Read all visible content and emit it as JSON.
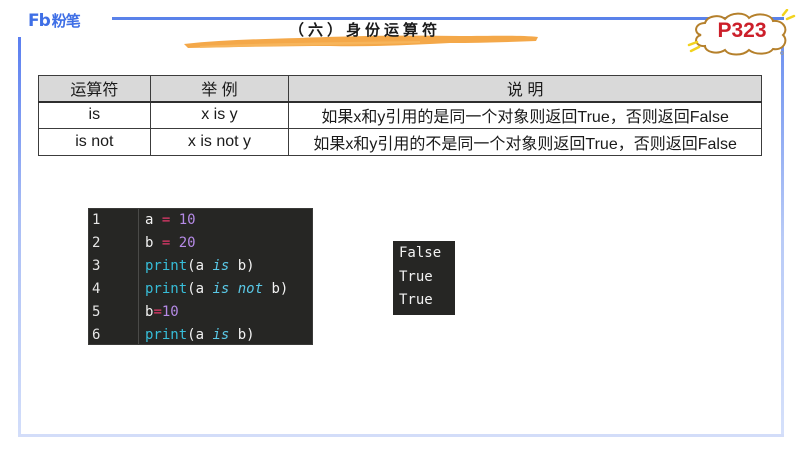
{
  "brand": {
    "logo_mark": "Fb",
    "logo_text": "粉笔",
    "accent_color": "#3f6fe6"
  },
  "header": {
    "title": "（六）身份运算符",
    "page_badge": "P323"
  },
  "table": {
    "headers": [
      "运算符",
      "举 例",
      "说 明"
    ],
    "rows": [
      [
        "is",
        "x is y",
        "如果x和y引用的是同一个对象则返回True，否则返回False"
      ],
      [
        "is not",
        "x is not y",
        "如果x和y引用的不是同一个对象则返回True，否则返回False"
      ]
    ]
  },
  "code": {
    "line_numbers": [
      "1",
      "2",
      "3",
      "4",
      "5",
      "6"
    ],
    "lines": [
      [
        {
          "t": "a ",
          "c": "plain"
        },
        {
          "t": "=",
          "c": "op"
        },
        {
          "t": " ",
          "c": "plain"
        },
        {
          "t": "10",
          "c": "num"
        }
      ],
      [
        {
          "t": "b ",
          "c": "plain"
        },
        {
          "t": "=",
          "c": "op"
        },
        {
          "t": " ",
          "c": "plain"
        },
        {
          "t": "20",
          "c": "num"
        }
      ],
      [
        {
          "t": "print",
          "c": "fn"
        },
        {
          "t": "(a ",
          "c": "plain"
        },
        {
          "t": "is",
          "c": "kw"
        },
        {
          "t": " b)",
          "c": "plain"
        }
      ],
      [
        {
          "t": "print",
          "c": "fn"
        },
        {
          "t": "(a ",
          "c": "plain"
        },
        {
          "t": "is",
          "c": "kw"
        },
        {
          "t": " ",
          "c": "plain"
        },
        {
          "t": "not",
          "c": "kw"
        },
        {
          "t": " b)",
          "c": "plain"
        }
      ],
      [
        {
          "t": "b",
          "c": "plain"
        },
        {
          "t": "=",
          "c": "op"
        },
        {
          "t": "10",
          "c": "num"
        }
      ],
      [
        {
          "t": "print",
          "c": "fn"
        },
        {
          "t": "(a ",
          "c": "plain"
        },
        {
          "t": "is",
          "c": "kw"
        },
        {
          "t": " b)",
          "c": "plain"
        }
      ]
    ]
  },
  "output": {
    "lines": [
      "False",
      "True",
      "True"
    ]
  },
  "colors": {
    "frame_blue": "#5a82ea",
    "brush_orange": "#f3a13a",
    "badge_red": "#cc1f2a",
    "code_bg": "#262624",
    "tok_number": "#b58ae6",
    "tok_operator": "#e53a6b",
    "tok_function": "#37bdd8",
    "tok_keyword": "#5ac8e6"
  }
}
